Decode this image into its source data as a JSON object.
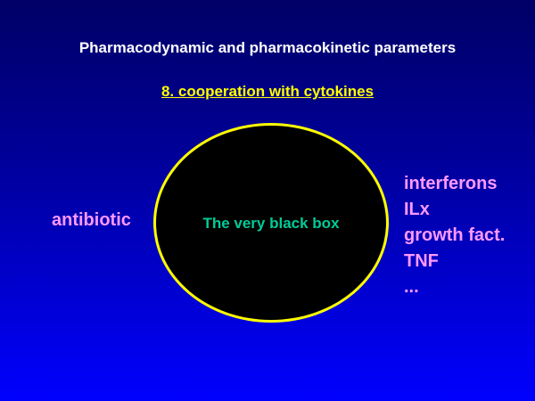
{
  "slide": {
    "title": "Pharmacodynamic and pharmacokinetic parameters",
    "subtitle": "8. cooperation with cytokines",
    "box_label": "The very black box",
    "left_label": "antibiotic",
    "right_items": [
      "interferons",
      "ILx",
      "growth fact.",
      "TNF",
      "..."
    ]
  },
  "colors": {
    "title": "#ffffff",
    "subtitle": "#ffff00",
    "box_border": "#ffff00",
    "box_label": "#00cc99",
    "labels": "#ff99ff"
  }
}
